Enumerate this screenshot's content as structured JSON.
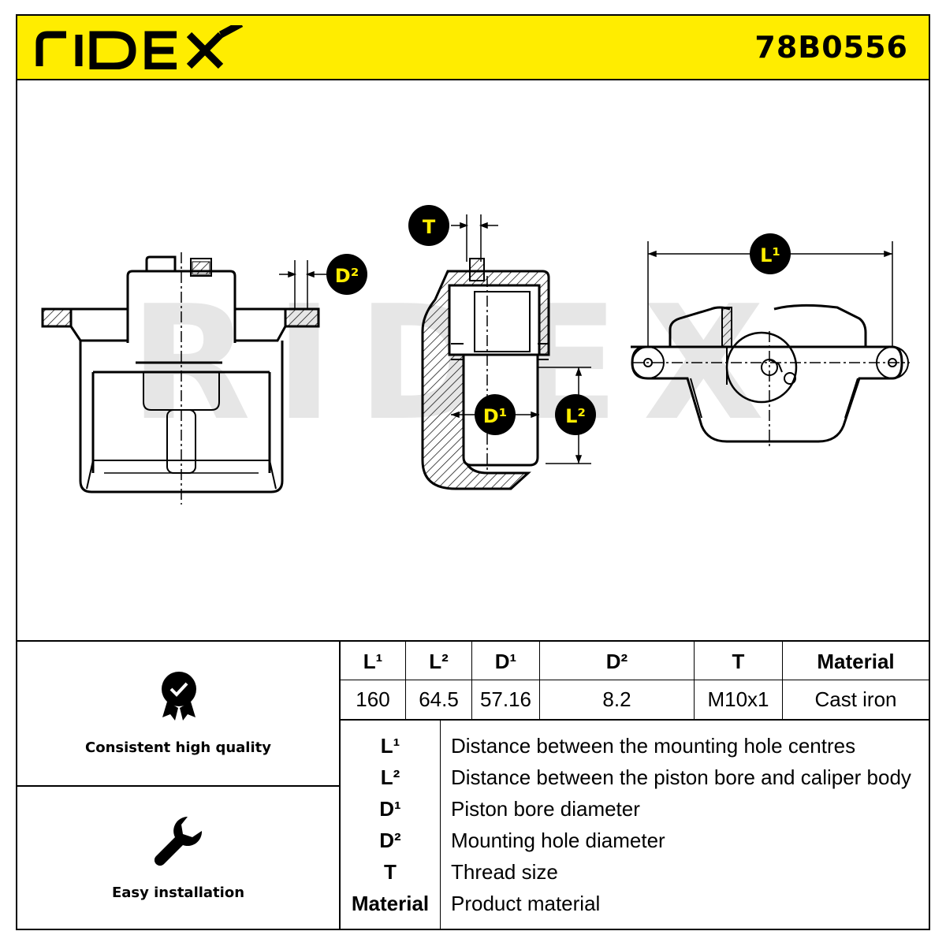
{
  "header": {
    "brand": "RIDEX",
    "part_number": "78B0556"
  },
  "colors": {
    "accent_yellow": "#ffed00",
    "line_black": "#000000",
    "watermark_gray": "#e6e6e6"
  },
  "drawing": {
    "watermark": "RIDEX",
    "callouts": {
      "T": "T",
      "D2": "D²",
      "D1": "D¹",
      "L2": "L²",
      "L1": "L¹"
    }
  },
  "features": [
    {
      "icon": "quality-badge-icon",
      "label": "Consistent high quality"
    },
    {
      "icon": "wrench-icon",
      "label": "Easy installation"
    }
  ],
  "specs": {
    "headers": [
      "L¹",
      "L²",
      "D¹",
      "D²",
      "T",
      "Material"
    ],
    "values": [
      "160",
      "64.5",
      "57.16",
      "8.2",
      "M10x1",
      "Cast iron"
    ]
  },
  "legend": [
    {
      "symbol": "L¹",
      "description": "Distance between the mounting hole centres"
    },
    {
      "symbol": "L²",
      "description": "Distance between the piston bore and caliper body"
    },
    {
      "symbol": "D¹",
      "description": "Piston bore diameter"
    },
    {
      "symbol": "D²",
      "description": "Mounting hole diameter"
    },
    {
      "symbol": "T",
      "description": "Thread size"
    },
    {
      "symbol": "Material",
      "description": "Product material"
    }
  ]
}
